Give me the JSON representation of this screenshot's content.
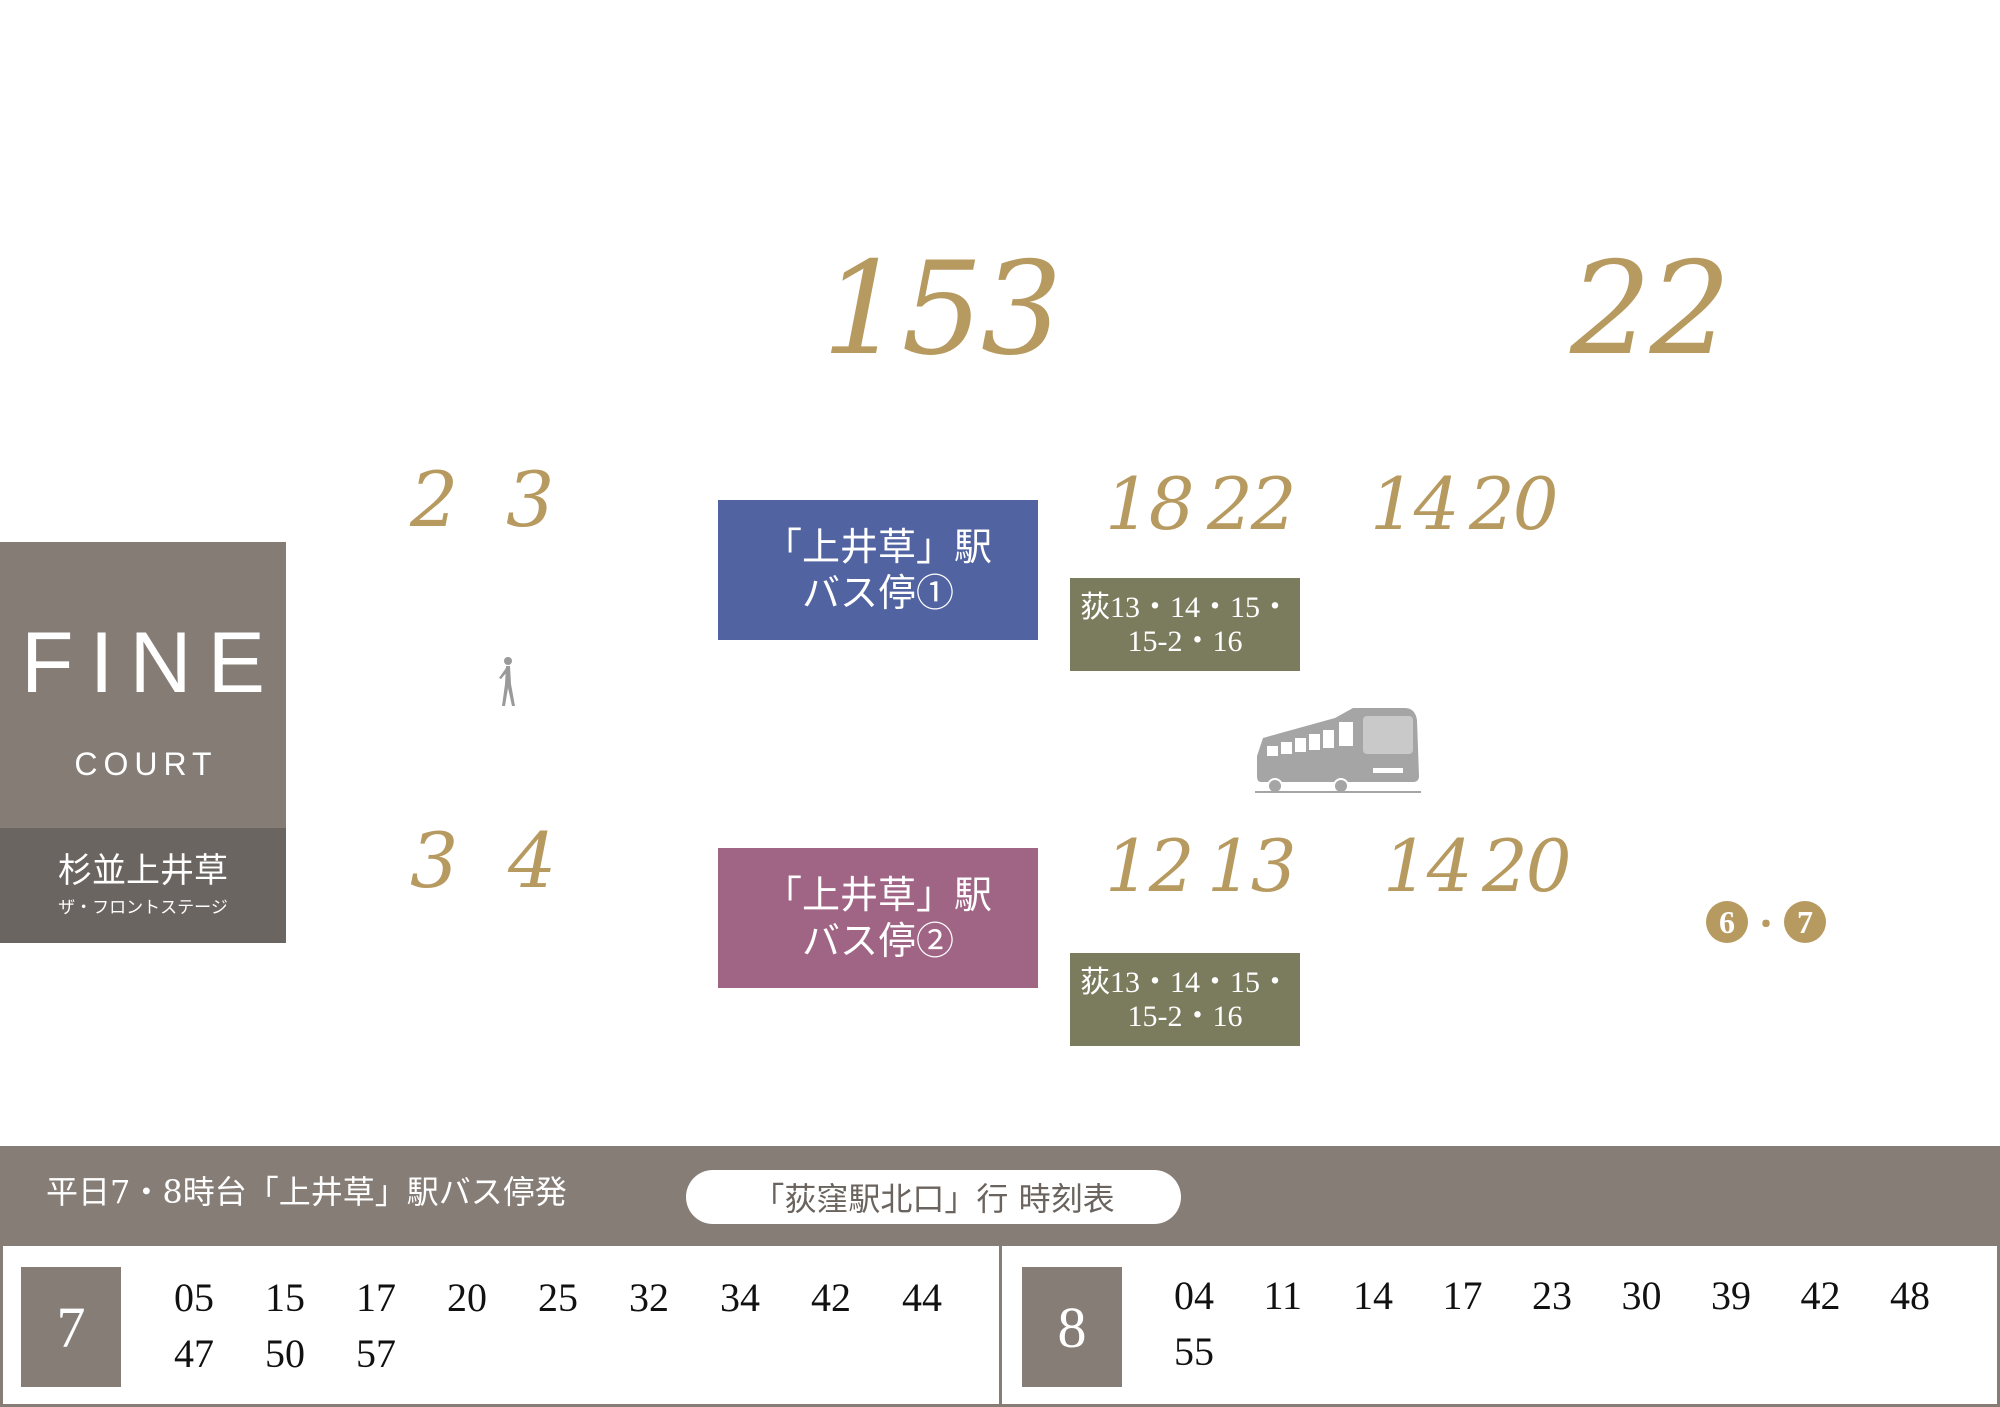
{
  "big_numbers": {
    "left": "153",
    "right": "22"
  },
  "walk_times": {
    "top_left_a": "2",
    "top_left_b": "3",
    "bottom_left_a": "3",
    "bottom_left_b": "4"
  },
  "ride_times": {
    "top_a": "18",
    "top_b": "22",
    "top_c": "14",
    "top_d": "20",
    "bottom_a": "12",
    "bottom_b": "13",
    "bottom_c": "14",
    "bottom_d": "20"
  },
  "logo": {
    "title": "FINE",
    "subtitle": "COURT",
    "name": "杉並上井草",
    "tagline": "ザ・フロントステージ"
  },
  "stops": [
    {
      "line1": "「上井草」駅",
      "line2": "バス停①"
    },
    {
      "line1": "「上井草」駅",
      "line2": "バス停②"
    }
  ],
  "routes": [
    {
      "line1": "荻13・14・15・",
      "line2": "15-2・16"
    },
    {
      "line1": "荻13・14・15・",
      "line2": "15-2・16"
    }
  ],
  "badge": {
    "a": "6",
    "sep": "・",
    "b": "7"
  },
  "timetable": {
    "title": "平日7・8時台「上井草」駅バス停発",
    "destination": "「荻窪駅北口」行 時刻表",
    "hours": [
      {
        "hour": "7",
        "minutes": [
          "05",
          "15",
          "17",
          "20",
          "25",
          "32",
          "34",
          "42",
          "44",
          "47",
          "50",
          "57"
        ]
      },
      {
        "hour": "8",
        "minutes": [
          "04",
          "11",
          "14",
          "17",
          "23",
          "30",
          "39",
          "42",
          "48",
          "55"
        ]
      }
    ]
  },
  "colors": {
    "gold": "#b79a5f",
    "stop1": "#5263a2",
    "stop2": "#a06484",
    "route": "#7b7b5e",
    "timetable": "#867d77"
  },
  "icons": [
    "walking-person-icon",
    "bus-icon"
  ]
}
